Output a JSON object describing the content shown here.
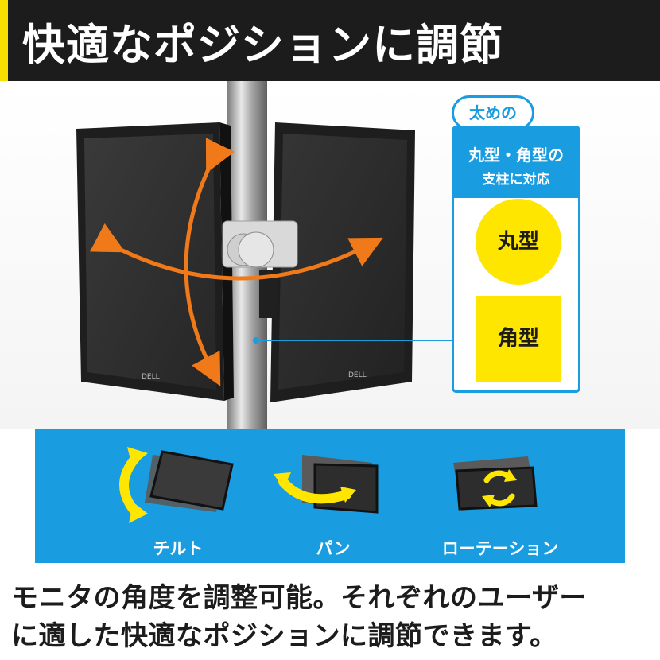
{
  "header": {
    "title": "快適なポジションに調節"
  },
  "monitor": {
    "brand_left": "DELL",
    "brand_right": "DELL"
  },
  "callout": {
    "bubble": "太めの",
    "line1": "丸型・角型の",
    "line2": "支柱に対応",
    "round_label": "丸型",
    "square_label": "角型"
  },
  "modes": [
    {
      "label": "チルト",
      "icon": "tilt-icon"
    },
    {
      "label": "パン",
      "icon": "pan-icon"
    },
    {
      "label": "ローテーション",
      "icon": "rotation-icon"
    }
  ],
  "caption": {
    "line1": "モニタの角度を調整可能。それぞれのユーザー",
    "line2": "に適した快適なポジションに調節できます。"
  },
  "colors": {
    "header_bg": "#1c1c1c",
    "header_accent": "#f7e000",
    "brand_blue": "#1a9ce0",
    "highlight_yellow": "#ffe600",
    "arrow_orange": "#f07a1a"
  }
}
